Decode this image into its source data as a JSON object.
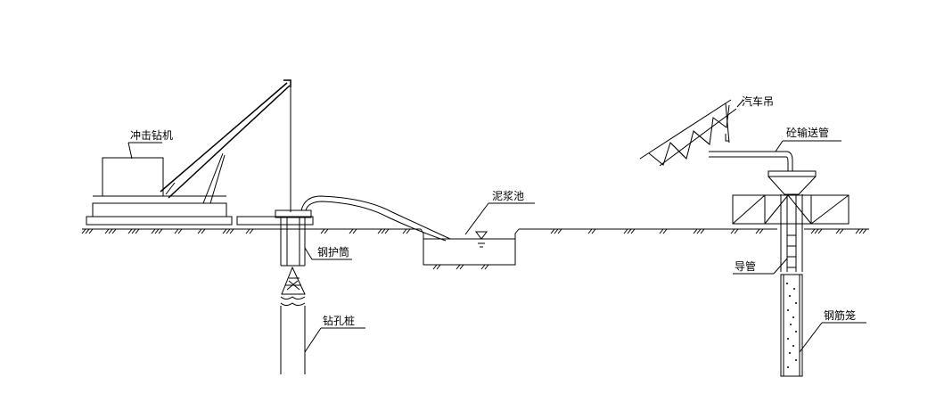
{
  "labels": {
    "impact_drill": "冲击钻机",
    "steel_casing": "钢护筒",
    "bored_pile": "钻孔桩",
    "mud_pit": "泥浆池",
    "truck_crane": "汽车吊",
    "concrete_pipe": "砼输送管",
    "guide_pipe": "导管",
    "rebar_cage": "钢筋笼"
  },
  "colors": {
    "line": "#000000",
    "background": "#ffffff"
  }
}
